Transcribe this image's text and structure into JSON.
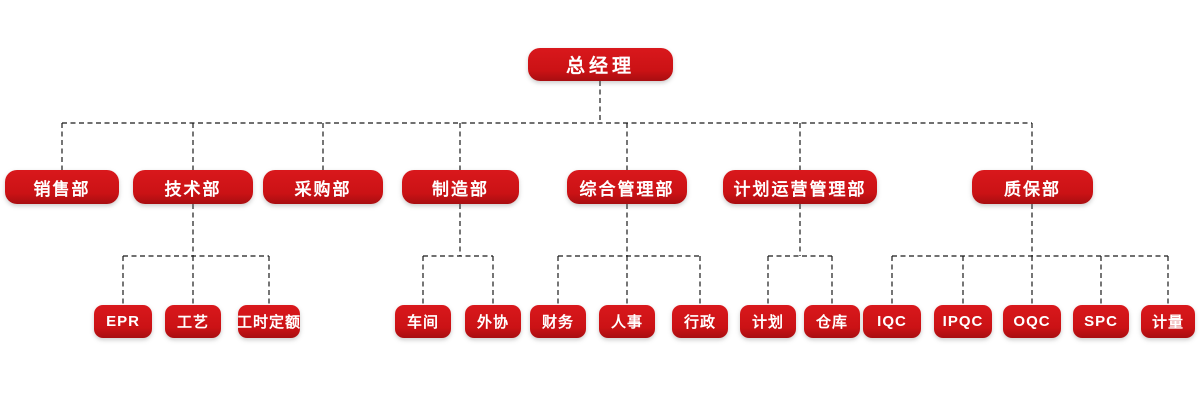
{
  "org": {
    "root": {
      "label": "总经理"
    },
    "departments": [
      {
        "label": "销售部",
        "children": []
      },
      {
        "label": "技术部",
        "children": [
          {
            "label": "EPR"
          },
          {
            "label": "工艺"
          },
          {
            "label": "工时定额"
          }
        ]
      },
      {
        "label": "采购部",
        "children": []
      },
      {
        "label": "制造部",
        "children": [
          {
            "label": "车间"
          },
          {
            "label": "外协"
          }
        ]
      },
      {
        "label": "综合管理部",
        "children": [
          {
            "label": "财务"
          },
          {
            "label": "人事"
          },
          {
            "label": "行政"
          }
        ]
      },
      {
        "label": "计划运营管理部",
        "children": [
          {
            "label": "计划"
          },
          {
            "label": "仓库"
          }
        ]
      },
      {
        "label": "质保部",
        "children": [
          {
            "label": "IQC"
          },
          {
            "label": "IPQC"
          },
          {
            "label": "OQC"
          },
          {
            "label": "SPC"
          },
          {
            "label": "计量"
          }
        ]
      }
    ]
  },
  "colors": {
    "node_bg_top": "#d9181c",
    "node_bg": "#cb1215",
    "node_bg_bottom": "#a80e11",
    "node_text": "#ffffff",
    "connector": "#1a1a1a",
    "background": "#ffffff"
  }
}
